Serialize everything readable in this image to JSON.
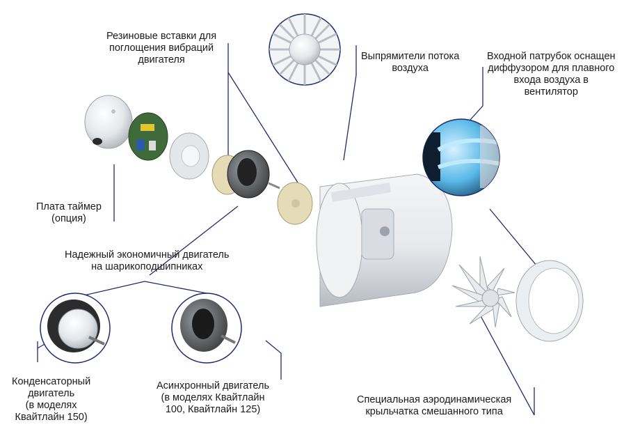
{
  "labels": {
    "rubber_inserts": [
      "Резиновые вставки для",
      "поглощения вибраций",
      "двигателя"
    ],
    "air_straighteners": [
      "Выпрямители потока",
      "воздуха"
    ],
    "inlet_nozzle": [
      "Входной патрубок оснащен",
      "диффузором для плавного",
      "входа воздуха в",
      "вентилятор"
    ],
    "timer_board": [
      "Плата таймер",
      "(опция)"
    ],
    "reliable_motor": [
      "Надежный экономичный двигатель",
      "на шарикоподшипниках"
    ],
    "capacitor_motor": [
      "Конденсаторный",
      "двигатель",
      "(в моделях",
      "Квайтлайн 150)"
    ],
    "async_motor": [
      "Асинхронный двигатель",
      "(в моделях Квайтлайн",
      "100, Квайтлайн 125)"
    ],
    "impeller": [
      "Специальная аэродинамическая",
      "крыльчатка смешанного типа"
    ]
  },
  "colors": {
    "leader_line": "#1f2a6b",
    "metal_light": "#eef0f2",
    "metal_shadow": "#b9bec5",
    "pcb_green": "#3f6b3a",
    "pcb_yellow": "#e3c531",
    "gasket": "#e5dbb6",
    "motor_dark": "#2a2a2a",
    "diffuser_blue": "#3fa9dd"
  }
}
